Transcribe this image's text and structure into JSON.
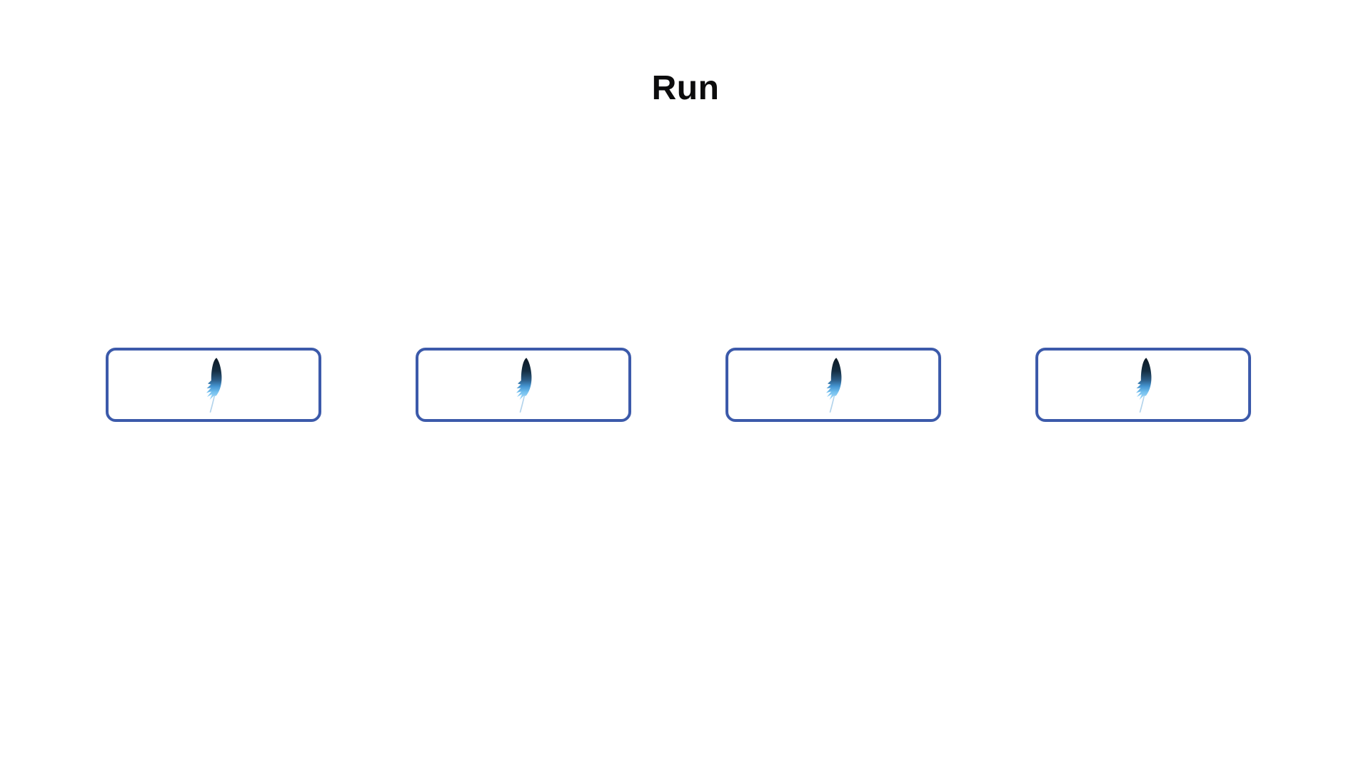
{
  "prompt": {
    "word": "Run"
  },
  "options": [
    {
      "icon": "feather"
    },
    {
      "icon": "feather"
    },
    {
      "icon": "feather"
    },
    {
      "icon": "feather"
    }
  ],
  "colors": {
    "background": "#ffffff",
    "title_text": "#0c0c0d",
    "card_border": "#3c5aaa",
    "feather_top": "#0c1823",
    "feather_upper": "#152f44",
    "feather_mid": "#2b5a82",
    "feather_bright": "#4495d2",
    "feather_light": "#74c0ee",
    "feather_pale": "#a5daf8",
    "feather_quill": "#b3d4ec"
  }
}
